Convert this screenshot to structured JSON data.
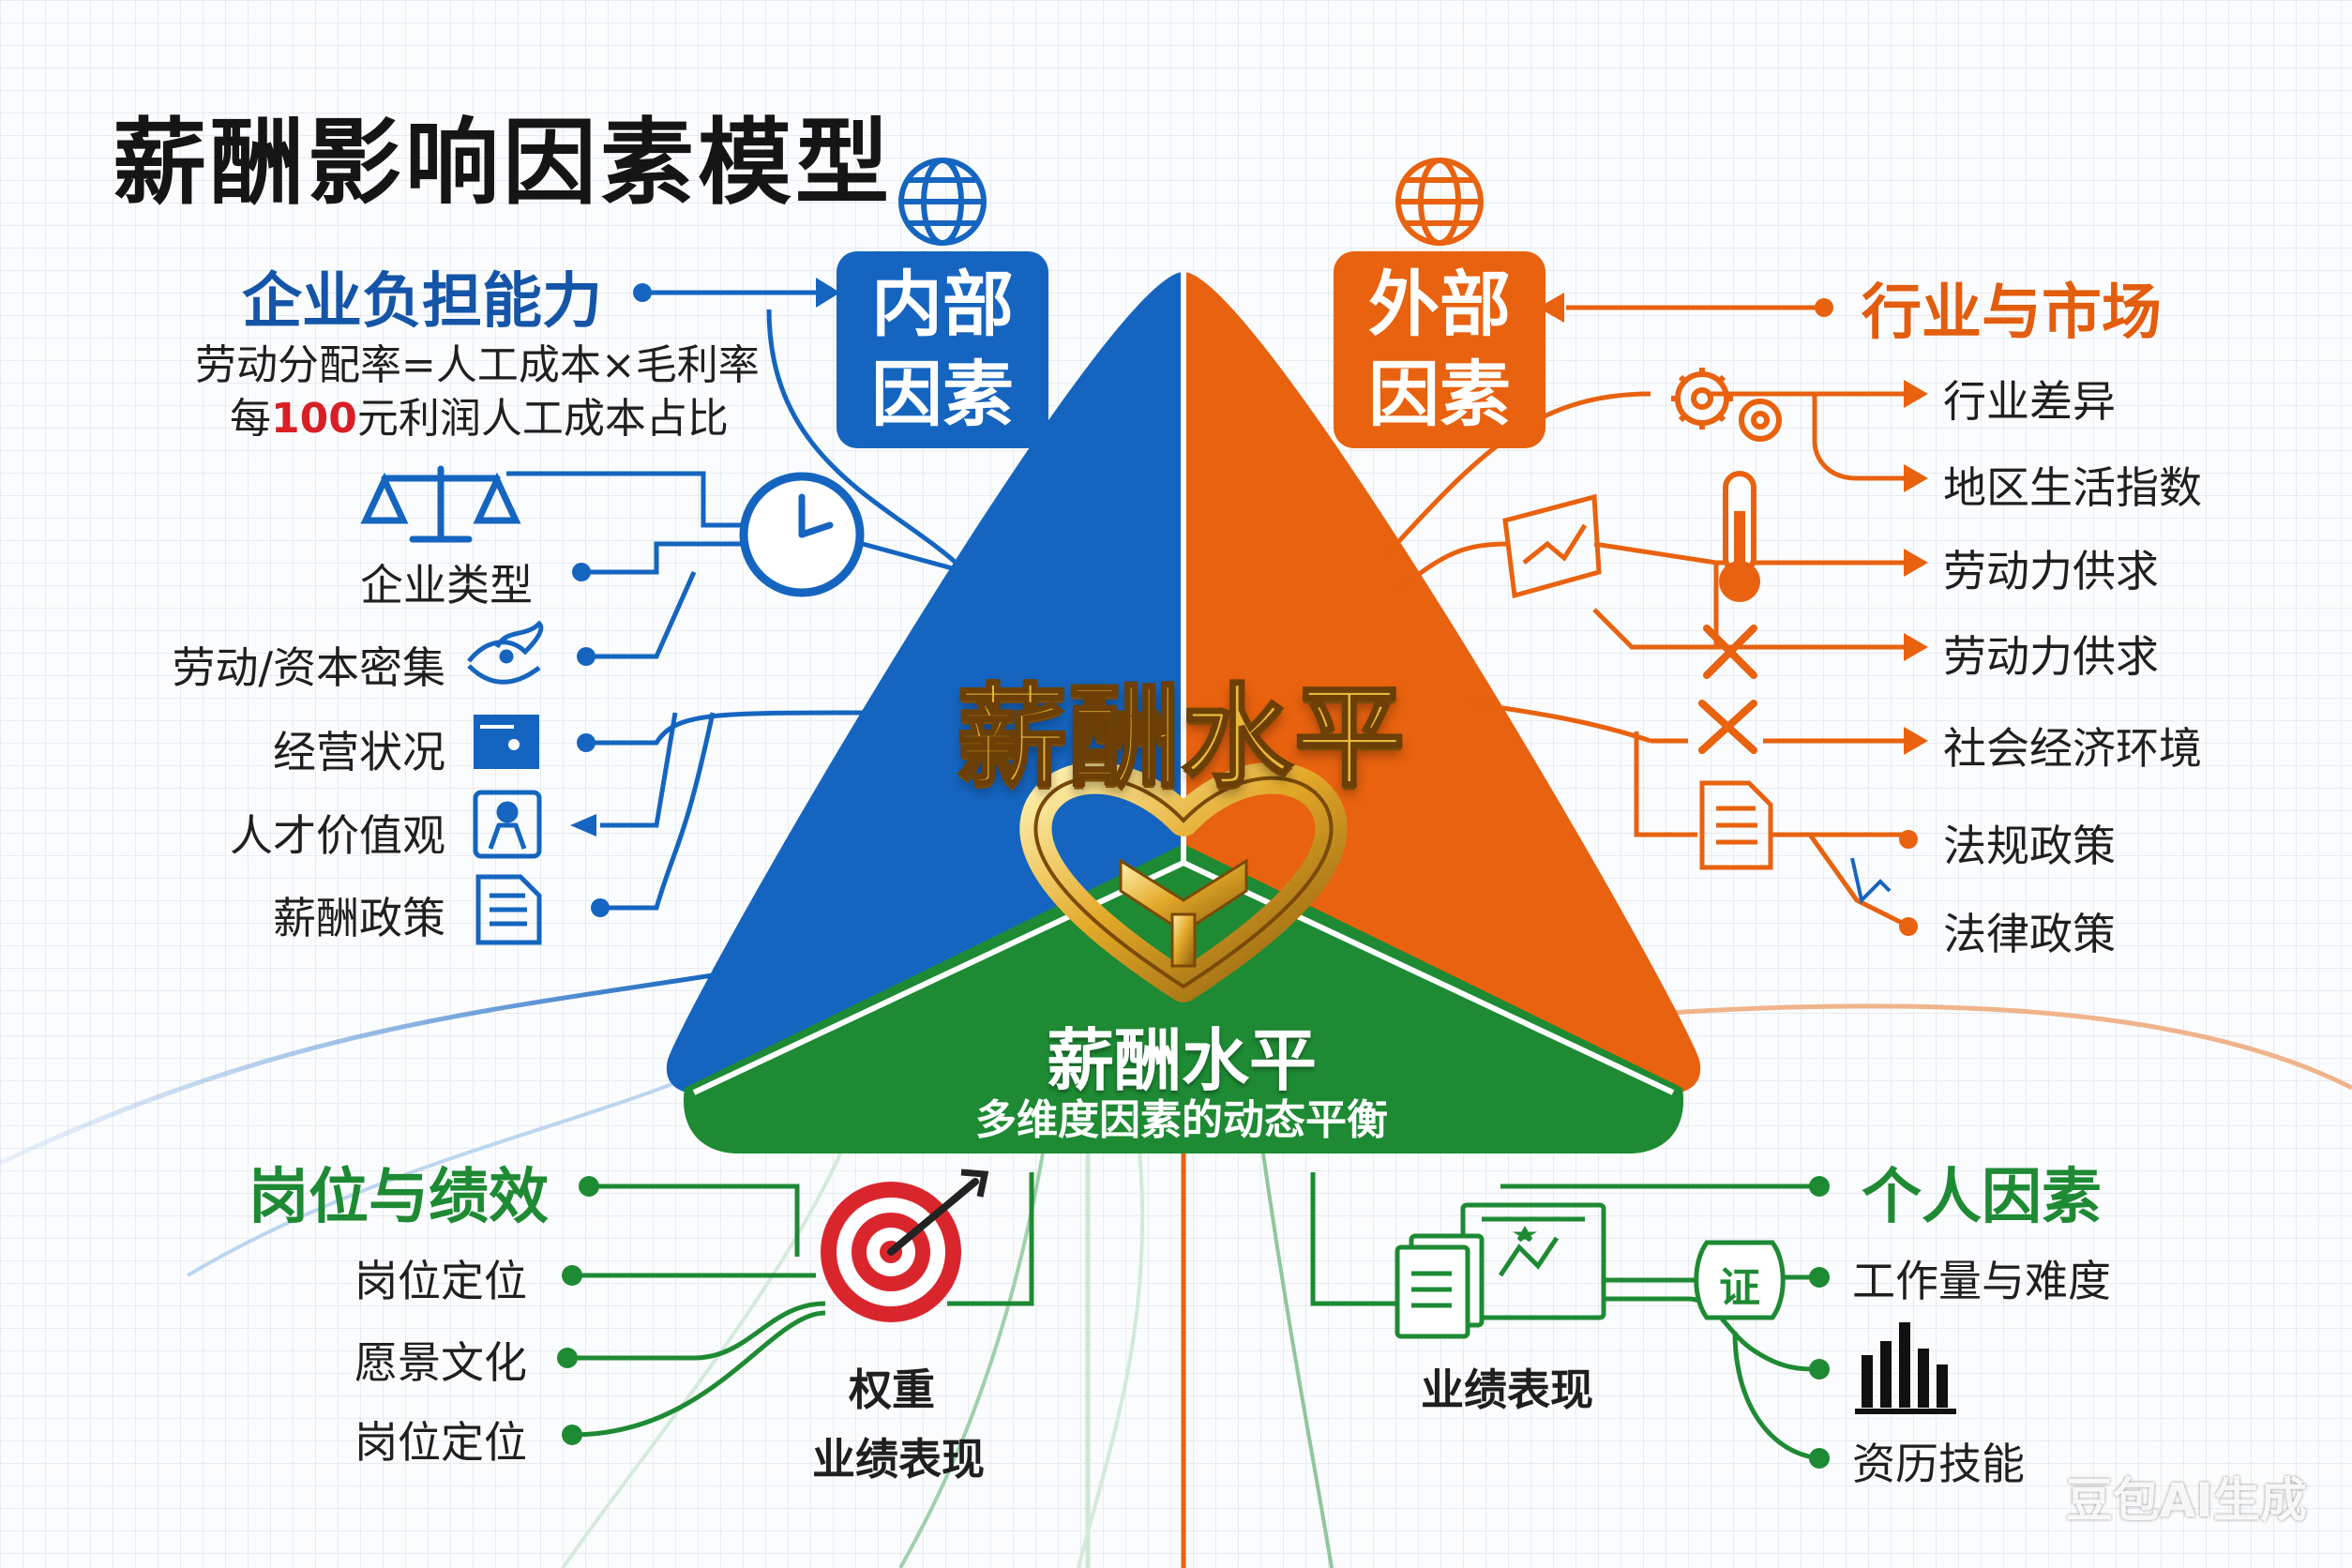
{
  "title": "薪酬影响因素模型",
  "colors": {
    "blue": "#1565c0",
    "orange": "#e8620f",
    "green": "#1e8a34",
    "gold": "#e9b83a"
  },
  "internal": {
    "box_line1": "内部",
    "box_line2": "因素",
    "capacity": {
      "heading": "企业负担能力",
      "formula": "劳动分配率=人工成本×毛利率",
      "ratio_prefix": "每",
      "ratio_number": "100",
      "ratio_suffix": "元利润人工成本占比"
    },
    "items": [
      "企业类型",
      "劳动/资本密集",
      "经营状况",
      "人才价值观",
      "薪酬政策"
    ],
    "icons": [
      "scales-icon",
      "clock-icon",
      "handshake-icon",
      "flag-icon",
      "person-icon",
      "document-icon"
    ]
  },
  "external": {
    "box_line1": "外部",
    "box_line2": "因素",
    "heading": "行业与市场",
    "items": [
      "行业差异",
      "地区生活指数",
      "劳动力供求",
      "劳动力供求",
      "社会经济环境",
      "法规政策",
      "法律政策"
    ],
    "icons": [
      "gears-icon",
      "chart-card-icon",
      "thermometer-icon",
      "cross-arrows-icon",
      "document-icon",
      "line-chart-icon"
    ]
  },
  "center": {
    "title": "薪酬水平",
    "green_title": "薪酬水平",
    "green_subtitle": "多维度因素的动态平衡"
  },
  "position": {
    "heading": "岗位与绩效",
    "items": [
      "岗位定位",
      "愿景文化",
      "岗位定位"
    ],
    "target_label_1": "权重",
    "target_label_2": "业绩表现"
  },
  "personal": {
    "heading": "个人因素",
    "badge": "证",
    "doc_label": "业绩表现",
    "items": [
      "工作量与难度",
      "资历技能"
    ]
  },
  "watermark": "豆包AI生成"
}
